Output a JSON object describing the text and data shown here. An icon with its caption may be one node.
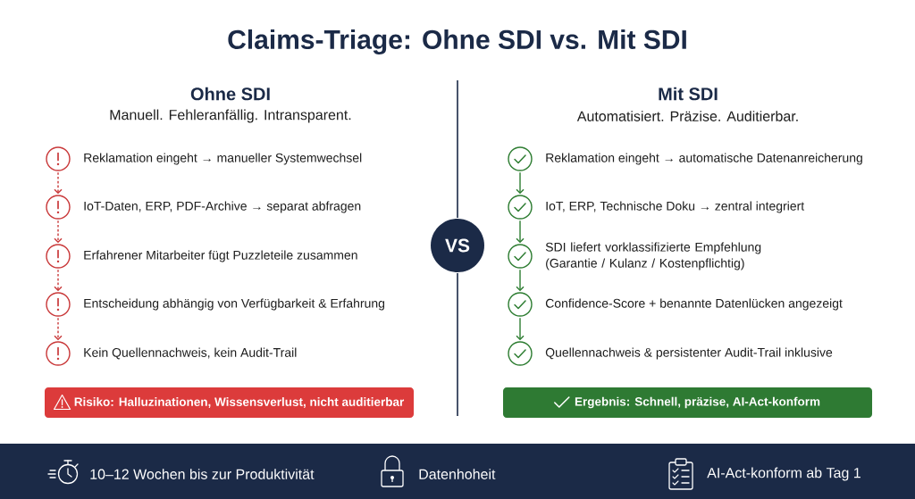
{
  "diagram": {
    "title": "Claims-Triage: Ohne SDI vs. Mit SDI",
    "nodes": [
      {
        "text": [],
        "shape": "circle",
        "beside": [
          "Reklamation eingeht → manueller Systemwechsel"
        ]
      },
      {
        "text": [],
        "shape": "circle",
        "beside": [
          "IoT-Daten, ERP, PDF-Archive → separat abfragen"
        ]
      },
      {
        "text": [],
        "shape": "circle",
        "beside": [
          "Erfahrener Mitarbeiter fügt Puzzleteile zusammen"
        ]
      },
      {
        "text": [],
        "shape": "circle",
        "beside": [
          "Entscheidung abhängig von Verfügbarkeit & Erfahrung"
        ]
      },
      {
        "text": [],
        "shape": "circle",
        "beside": [
          "Kein Quellennachweis, kein Audit-Trail"
        ]
      },
      {
        "text": [
          "Risiko: Halluzinationen, Wissensverlust, nicht auditierbar"
        ]
      },
      {
        "text": [
          "VS"
        ]
      },
      {
        "text": [],
        "shape": "circle",
        "beside": [
          "Reklamation eingeht → automatische Datenanreicherung"
        ]
      },
      {
        "text": [],
        "shape": "circle",
        "beside": [
          "IoT, ERP, Technische Doku → zentral integriert"
        ]
      },
      {
        "text": [],
        "shape": "circle",
        "beside": [
          "SDI liefert vorklassifizierte Empfehlung (Garantie / Kulanz / Kostenpflichtig)"
        ]
      },
      {
        "text": [],
        "shape": "circle",
        "beside": [
          "Confidence-Score + benannte Datenlücken angezeigt"
        ]
      },
      {
        "text": [],
        "shape": "circle",
        "beside": [
          "Quellennachweis & persistenter Audit-Trail inklusive"
        ]
      },
      {
        "text": [
          "Ergebnis: Schnell, präzise, AI-Act-konform"
        ]
      },
      {
        "text": [
          "10–12 Wochen bis zur Produktivität",
          "Datenhoheit",
          "AI-Act-konform ab Tag 1"
        ]
      }
    ],
    "edges": [
      {
        "from": 0,
        "to": 1,
        "arrow": "to",
        "style": "dashed",
        "color": "#c9393a"
      },
      {
        "from": 1,
        "to": 2,
        "arrow": "to",
        "style": "dashed",
        "color": "#c9393a"
      },
      {
        "from": 2,
        "to": 3,
        "arrow": "to",
        "style": "dashed",
        "color": "#c9393a"
      },
      {
        "from": 3,
        "to": 4,
        "arrow": "to",
        "style": "dashed",
        "color": "#c9393a"
      },
      {
        "from": 7,
        "to": 8,
        "arrow": "to",
        "color": "#2e7d32"
      },
      {
        "from": 8,
        "to": 9,
        "arrow": "to",
        "color": "#2e7d32"
      },
      {
        "from": 9,
        "to": 10,
        "arrow": "to",
        "color": "#2e7d32"
      },
      {
        "from": 10,
        "to": 11,
        "arrow": "to",
        "color": "#2e7d32"
      }
    ],
    "labels": [
      "Ohne SDI",
      "Manuell. Fehleranfällig. Intransparent.",
      "Mit SDI",
      "Automatisiert. Präzise. Auditierbar."
    ]
  }
}
